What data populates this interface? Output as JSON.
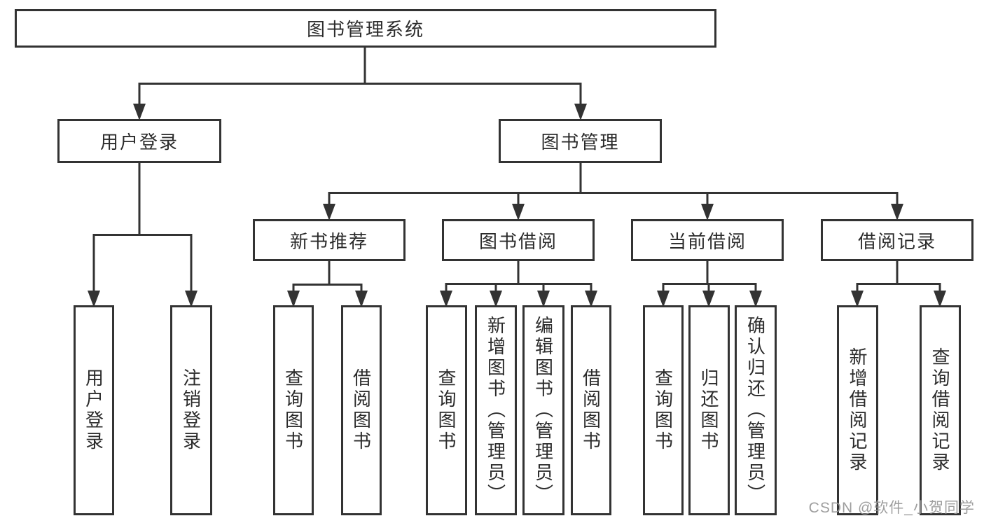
{
  "title": "图书管理系统",
  "colors": {
    "line": "#333333",
    "box_background": "#ffffff",
    "text": "#2b2b2b",
    "watermark": "#969696"
  },
  "tree": {
    "root": {
      "label": "图书管理系统"
    },
    "branches": [
      {
        "label": "用户登录",
        "children": [
          {
            "label": "用户登录"
          },
          {
            "label": "注销登录"
          }
        ]
      },
      {
        "label": "图书管理",
        "children": [
          {
            "label": "新书推荐",
            "children": [
              {
                "label": "查询图书"
              },
              {
                "label": "借阅图书"
              }
            ]
          },
          {
            "label": "图书借阅",
            "children": [
              {
                "label": "查询图书"
              },
              {
                "label": "新增图书（管理员）"
              },
              {
                "label": "编辑图书（管理员）"
              },
              {
                "label": "借阅图书"
              }
            ]
          },
          {
            "label": "当前借阅",
            "children": [
              {
                "label": "查询图书"
              },
              {
                "label": "归还图书"
              },
              {
                "label": "确认归还（管理员）"
              }
            ]
          },
          {
            "label": "借阅记录",
            "children": [
              {
                "label": "新增借阅记录"
              },
              {
                "label": "查询借阅记录"
              }
            ]
          }
        ]
      }
    ]
  },
  "watermark": {
    "text": "CSDN @软件_小贺同学"
  }
}
